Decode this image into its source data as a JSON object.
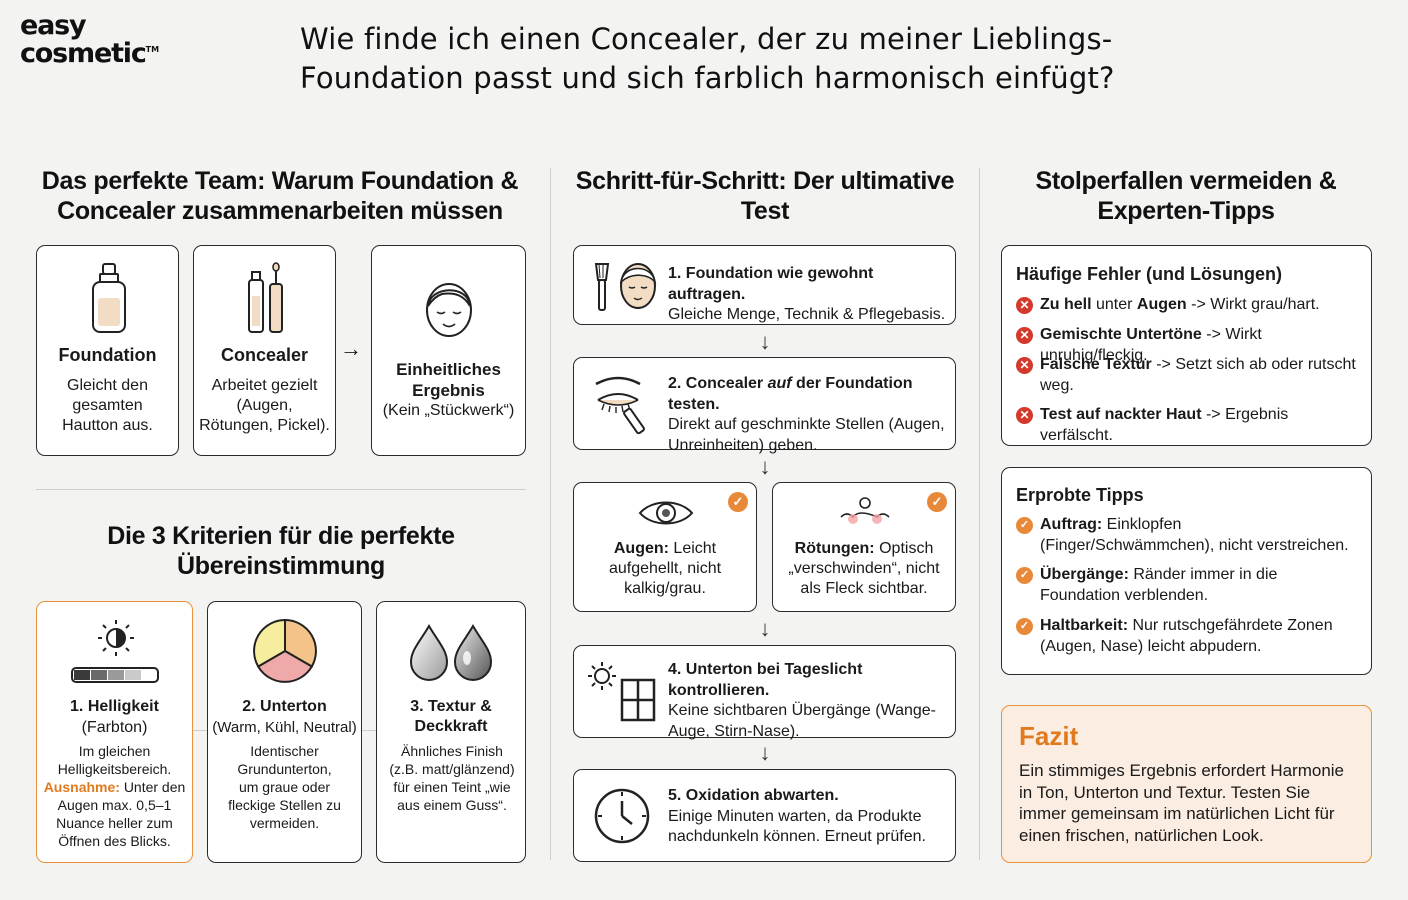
{
  "logo": {
    "line1": "easy",
    "line2": "cosmetic",
    "tm": "TM"
  },
  "title": "Wie finde ich einen Concealer, der zu meiner Lieblings-Foundation passt und sich farblich harmonisch einfügt?",
  "col1": {
    "heading": "Das perfekte Team: Warum Foundation & Concealer zusammenarbeiten müssen",
    "team": [
      {
        "title": "Foundation",
        "text": "Gleicht den gesamten Hautton aus.",
        "icon": "foundation-bottle-icon"
      },
      {
        "title": "Concealer",
        "text": "Arbeitet gezielt (Augen, Rötungen, Pickel).",
        "icon": "concealer-tube-icon"
      },
      {
        "title": "Einheitliches Ergebnis",
        "text": "(Kein „Stückwerk“)",
        "icon": "face-icon"
      }
    ],
    "arrow": "→",
    "criteria_heading": "Die 3 Kriterien für die perfekte Übereinstimmung",
    "criteria": [
      {
        "title": "1. Helligkeit",
        "subtitle": "(Farbton)",
        "text": "Im gleichen Helligkeitsbereich.",
        "exception_label": "Ausnahme:",
        "exception_text": "Unter den Augen max. 0,5–1 Nuance heller zum Öffnen des Blicks.",
        "icon": "brightness-scale-icon"
      },
      {
        "title": "2. Unterton",
        "subtitle": "(Warm, Kühl, Neutral)",
        "text": "Identischer Grundunterton, um graue oder fleckige Stellen zu vermeiden.",
        "icon": "undertone-wheel-icon"
      },
      {
        "title": "3. Textur & Deckkraft",
        "subtitle": "",
        "text": "Ähnliches Finish (z.B. matt/glänzend) für einen Teint „wie aus einem Guss“.",
        "icon": "texture-drops-icon"
      }
    ]
  },
  "col2": {
    "heading": "Schritt-für-Schritt: Der ultimative Test",
    "steps": [
      {
        "bold": "1. Foundation wie gewohnt auftragen.",
        "text": "Gleiche Menge, Technik & Pflegebasis.",
        "icon": "brush-face-icon"
      },
      {
        "bold_a": "2. Concealer ",
        "italic": "auf",
        "bold_b": " der Foundation testen.",
        "text": "Direkt auf geschminkte Stellen (Augen, Unreinheiten) geben.",
        "icon": "eye-concealer-icon"
      },
      {
        "bold": "4. Unterton bei Tageslicht kontrollieren.",
        "text": "Keine sichtbaren Übergänge (Wange-Auge, Stirn-Nase).",
        "icon": "window-sun-icon"
      },
      {
        "bold": "5. Oxidation abwarten.",
        "text": "Einige Minuten warten, da Produkte nachdunkeln können. Erneut prüfen.",
        "icon": "clock-icon"
      }
    ],
    "checks": [
      {
        "bold": "Augen:",
        "text": "Leicht aufgehellt, nicht kalkig/grau.",
        "icon": "eye-icon"
      },
      {
        "bold": "Rötungen:",
        "text": "Optisch „verschwinden“, nicht als Fleck sichtbar.",
        "icon": "redness-icon"
      }
    ],
    "arrow": "↓",
    "check_mark": "✓"
  },
  "col3": {
    "heading": "Stolperfallen vermeiden & Experten-Tipps",
    "mistakes_title": "Häufige Fehler (und Lösungen)",
    "mistakes": [
      {
        "b1": "Zu hell",
        "t1": " unter ",
        "b2": "Augen",
        "t2": " -> Wirkt grau/hart."
      },
      {
        "b1": "Gemischte Untertöne",
        "t1": " -> Wirkt unruhig/fleckig.",
        "b2": "",
        "t2": ""
      },
      {
        "b1": "Falsche Textur",
        "t1": " -> Setzt sich ab oder rutscht weg.",
        "b2": "",
        "t2": ""
      },
      {
        "b1": "Test auf nackter Haut",
        "t1": " -> Ergebnis verfälscht.",
        "b2": "",
        "t2": ""
      }
    ],
    "tips_title": "Erprobte Tipps",
    "tips": [
      {
        "bold": "Auftrag:",
        "text": " Einklopfen (Finger/Schwämmchen), nicht verstreichen."
      },
      {
        "bold": "Übergänge:",
        "text": " Ränder immer in die Foundation verblenden."
      },
      {
        "bold": "Haltbarkeit:",
        "text": " Nur rutschgefährdete Zonen (Augen, Nase) leicht abpudern."
      }
    ],
    "x_mark": "✕",
    "check_mark": "✓",
    "fazit_title": "Fazit",
    "fazit_text": "Ein stimmiges Ergebnis erfordert Harmonie in Ton, Unterton und Textur. Testen Sie immer gemeinsam im natürlichen Licht für einen frischen, natürlichen Look."
  },
  "colors": {
    "accent": "#e8893a",
    "error": "#d33a2c",
    "fazit_bg": "#fbede1",
    "border": "#2b2b2b"
  }
}
